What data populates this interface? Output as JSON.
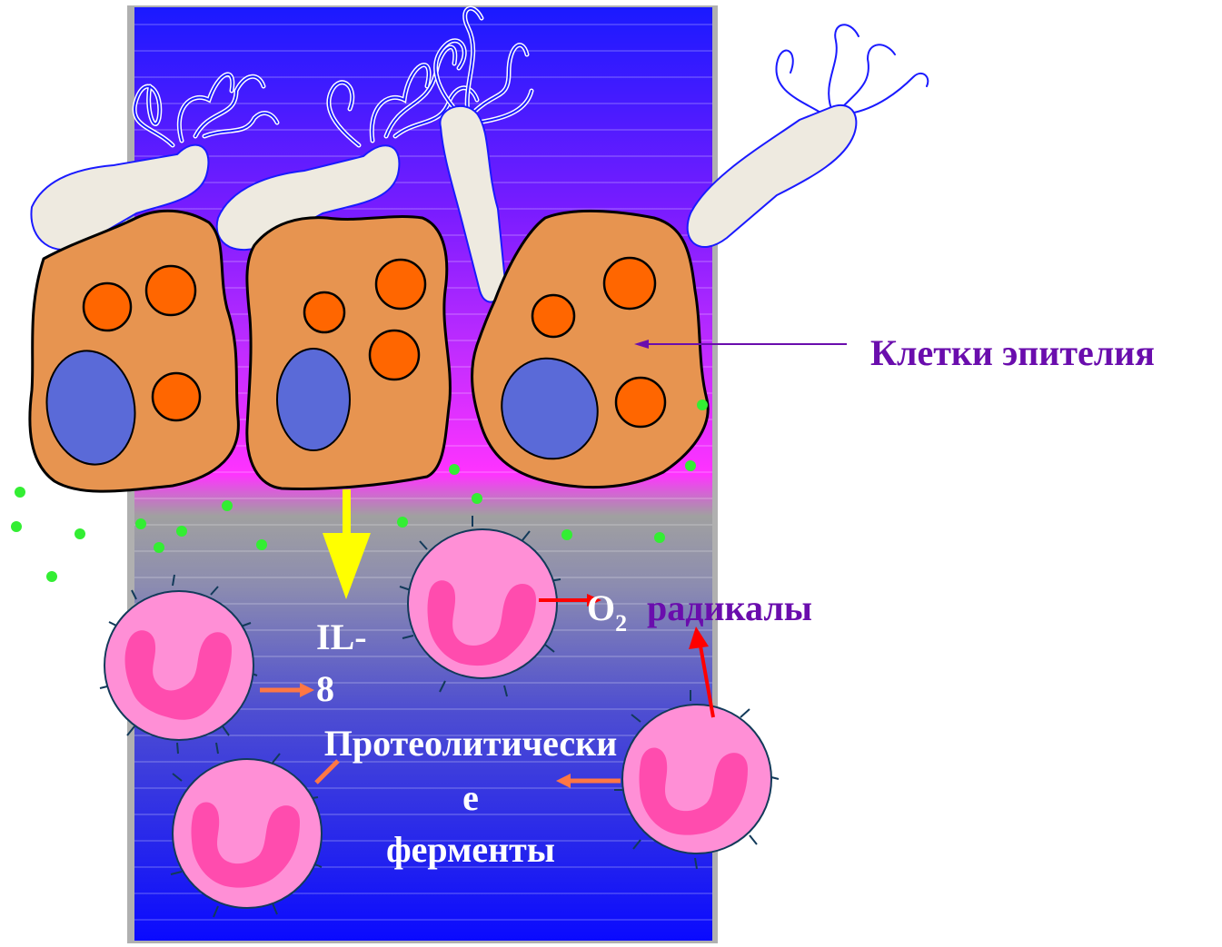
{
  "labels": {
    "epithelium": "Клетки эпителия",
    "il8_line1": "IL-",
    "il8_line2": "8",
    "o2_main": "O",
    "o2_sub": "2",
    "radicals": "радикалы",
    "proteolytic_line1": "Протеолитически",
    "proteolytic_line2": "е",
    "proteolytic_line3": "ферменты"
  },
  "colors": {
    "panel_top": "#1a1aff",
    "panel_mid": "#ff33ff",
    "panel_grey": "#999999",
    "panel_bottom": "#0a0aff",
    "epithelial_cell": "#e79450",
    "epithelial_granule": "#ff6600",
    "epithelial_nucleus": "#5a6ad8",
    "bacterium_body": "#eeeae0",
    "neutrophil": "#ff8fd6",
    "neutrophil_nucleus": "#ff4cae",
    "chemokine_dots": "#33ee33",
    "il8_arrow": "#ffff00",
    "radical_arrow": "#ff0000",
    "enzyme_arrow": "#ff7744",
    "label_purple": "#6a0dad"
  }
}
